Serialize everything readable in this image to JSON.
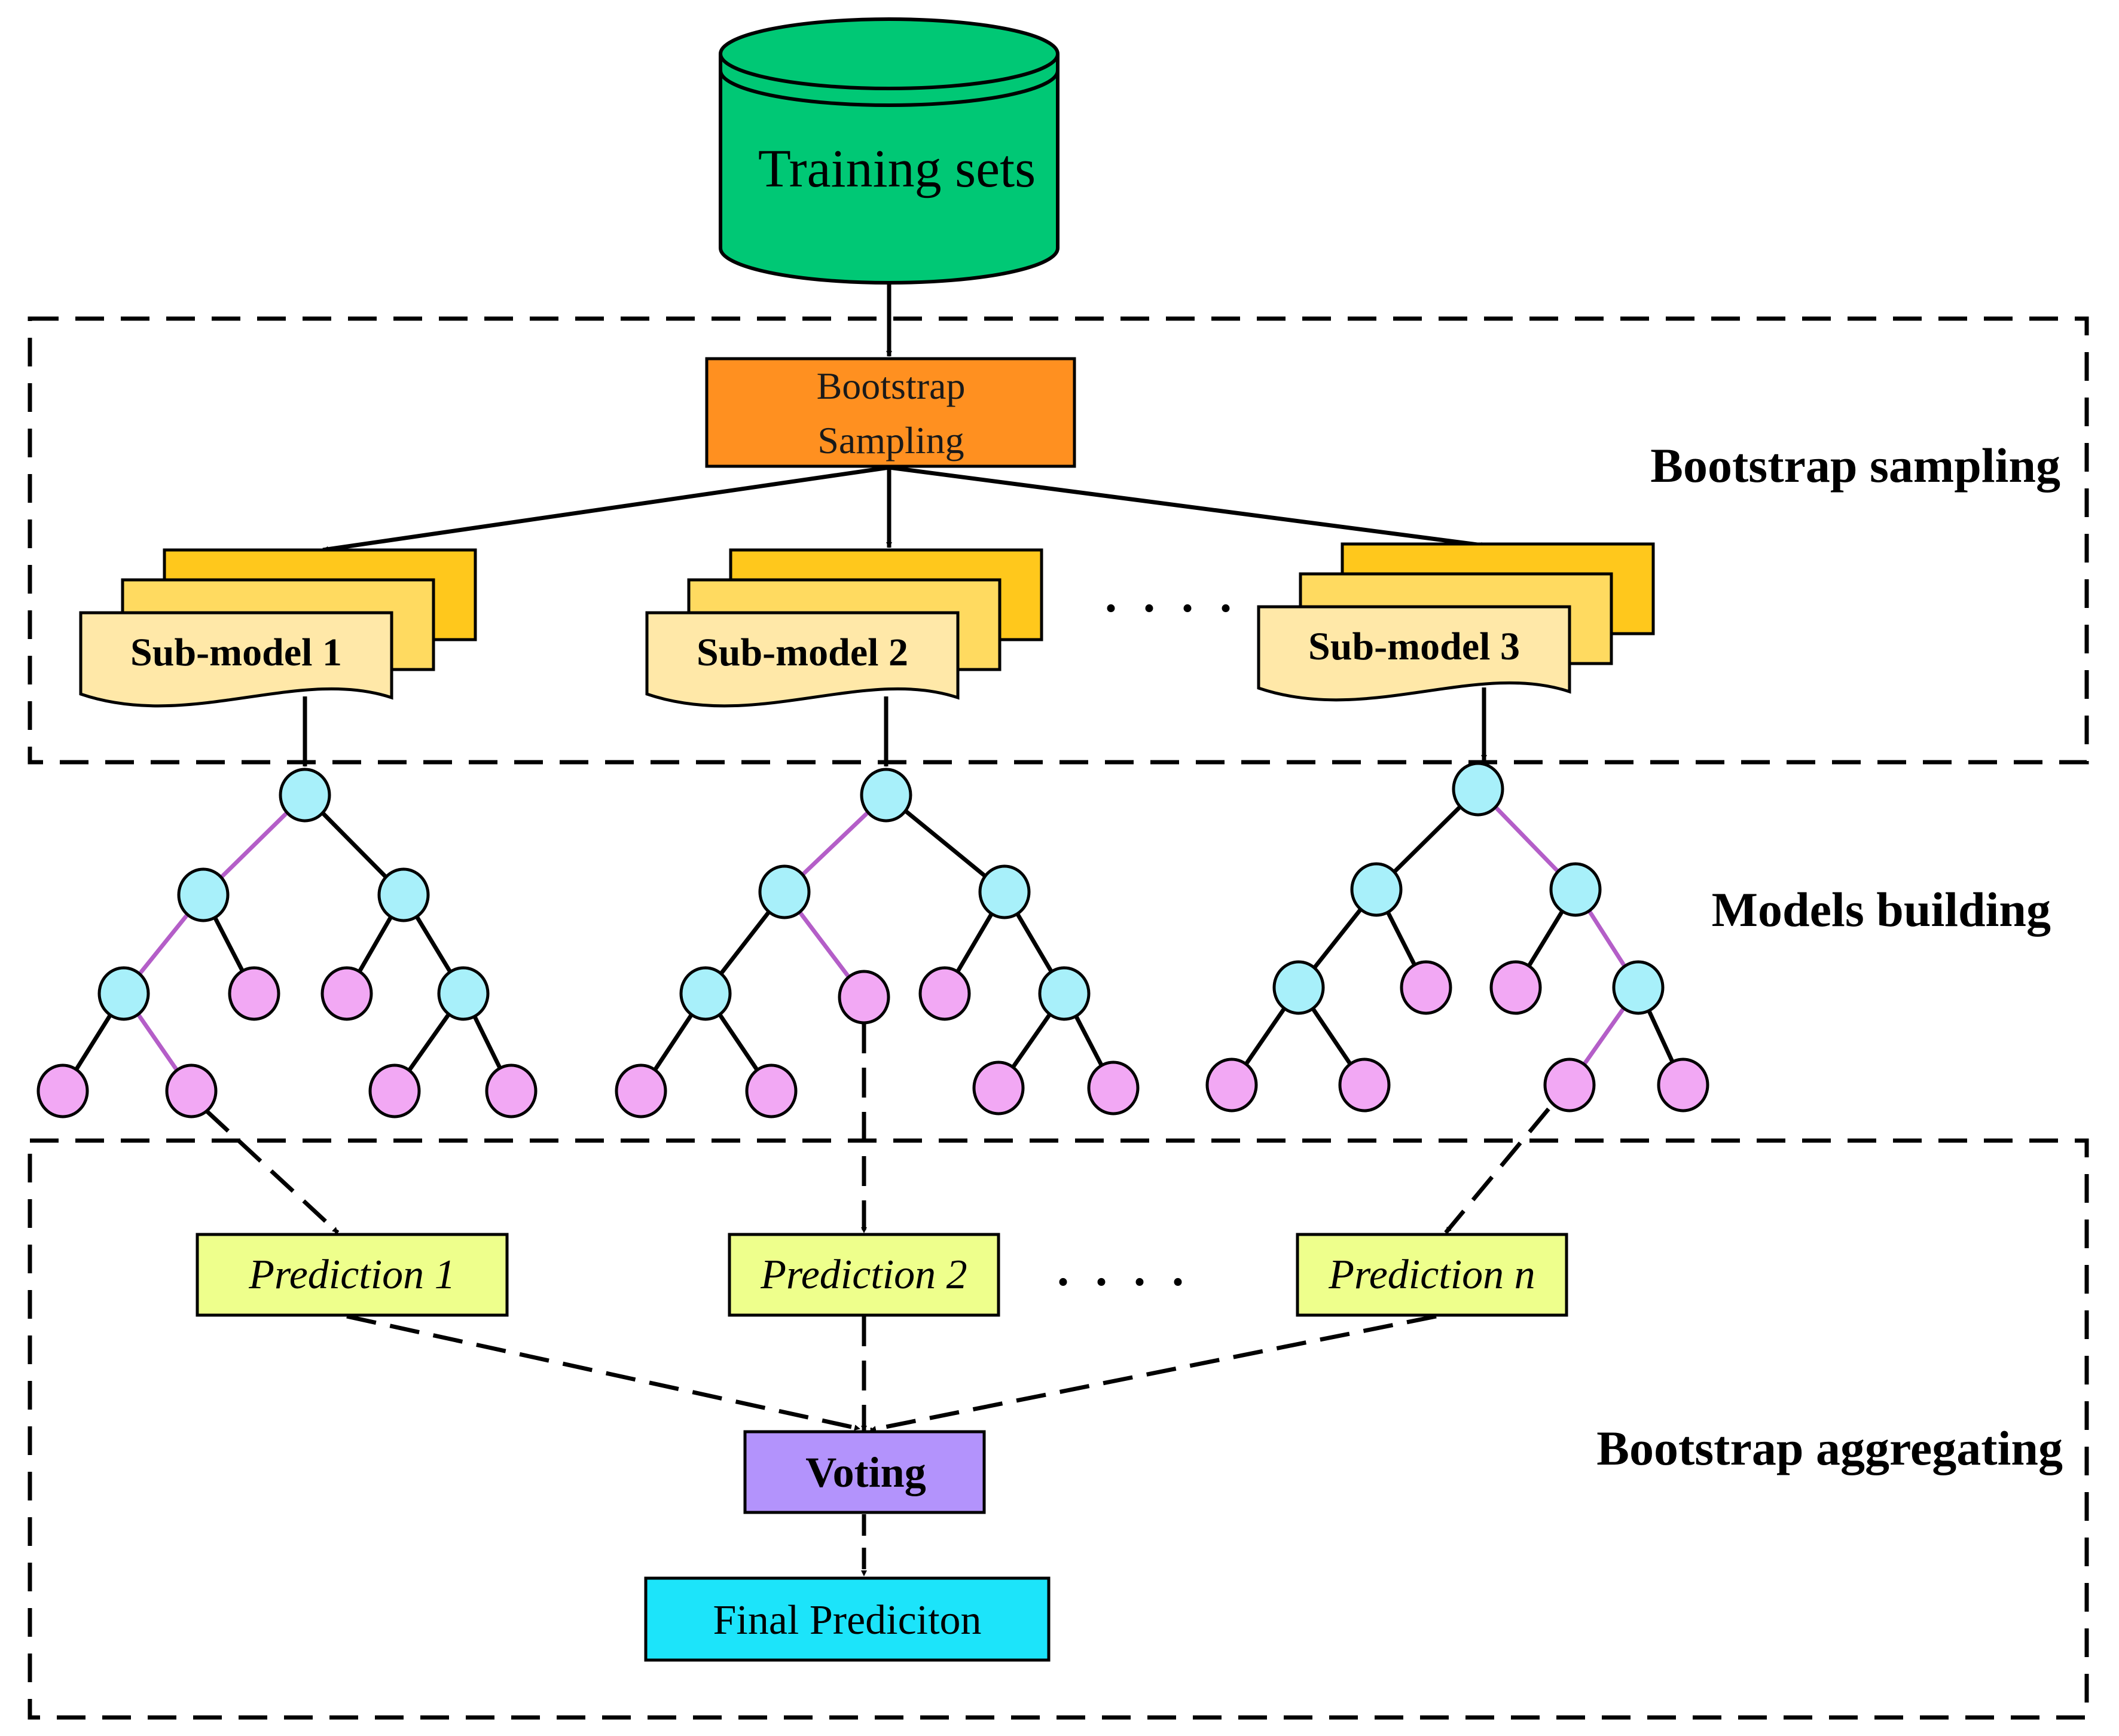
{
  "training": {
    "label": "Training sets"
  },
  "sampling": {
    "label_line1": "Bootstrap",
    "label_line2": "Sampling"
  },
  "sections": {
    "bootstrap_sampling": "Bootstrap sampling",
    "models_building": "Models building",
    "bootstrap_aggregating": "Bootstrap aggregating"
  },
  "submodels": [
    {
      "label": "Sub-model 1"
    },
    {
      "label": "Sub-model 2"
    },
    {
      "label": "Sub-model 3"
    }
  ],
  "ellipsis": ". . . .",
  "predictions": [
    {
      "label": "Prediction 1"
    },
    {
      "label": "Prediction 2"
    },
    {
      "label": "Prediction n"
    }
  ],
  "voting": {
    "label": "Voting"
  },
  "final": {
    "label": "Final Prediciton"
  },
  "colors": {
    "training": "#00c875",
    "sampling": "#ff9020",
    "sheet_back": "#ffc81c",
    "sheet_mid": "#ffda60",
    "sheet_front": "#ffe8a8",
    "prediction": "#eeff8c",
    "voting": "#b393fc",
    "final": "#1ce4fa",
    "internal_node": "#a8f0fa",
    "leaf_node": "#f2a8f4",
    "highlight_edge": "#b45ec8"
  }
}
